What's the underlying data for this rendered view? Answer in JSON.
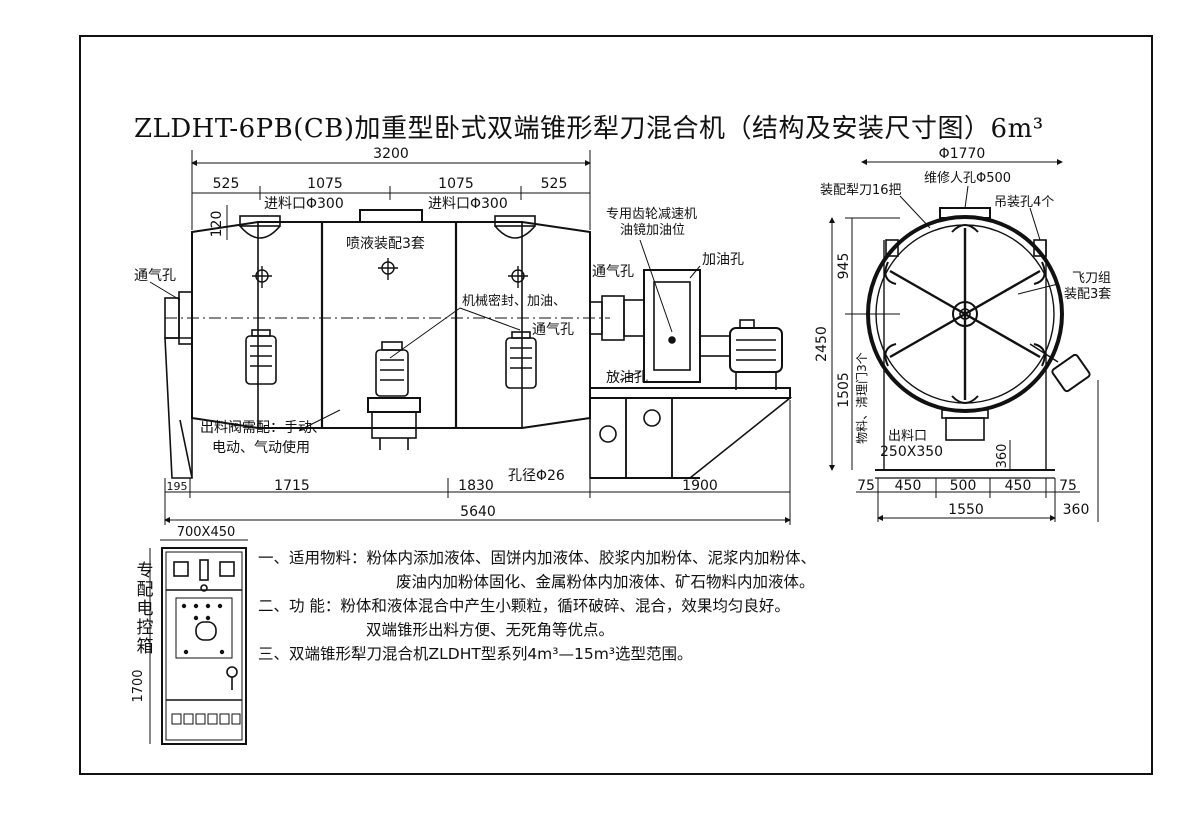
{
  "title": "ZLDHT-6PB(CB)加重型卧式双端锥形犁刀混合机（结构及安装尺寸图）6m³",
  "front_view": {
    "dims": {
      "overall_top": "3200",
      "seg_525_left": "525",
      "seg_1075_left": "1075",
      "seg_1075_right": "1075",
      "seg_525_right": "525",
      "height_120": "120",
      "bottom_195": "195",
      "bottom_1715": "1715",
      "bottom_1830": "1830",
      "bottom_1900": "1900",
      "overall_bottom": "5640"
    },
    "labels": {
      "inlet_left": "进料口Φ300",
      "inlet_right": "进料口Φ300",
      "spray": "喷液装配3套",
      "vent_left": "通气孔",
      "vent_right_top": "通气孔",
      "vent_right": "通气孔",
      "seal": "机械密封、加油、",
      "gearbox_1": "专用齿轮减速机",
      "gearbox_2": "油镜加油位",
      "oil_fill": "加油孔",
      "oil_drain": "放油孔",
      "valve_1": "出料阀需配：手动、",
      "valve_2": "电动、气动使用",
      "hole": "孔径Φ26"
    }
  },
  "side_view": {
    "dims": {
      "diameter": "Φ1770",
      "h945": "945",
      "h2450": "2450",
      "h1505": "1505",
      "h360": "360",
      "b75_left": "75",
      "b450_left": "450",
      "b500": "500",
      "b450_right": "450",
      "b75_right": "75",
      "b1550": "1550",
      "b360": "360"
    },
    "labels": {
      "plough": "装配犁刀16把",
      "manhole": "维修人孔Φ500",
      "lifting": "吊装孔4个",
      "flycutter_1": "飞刀组",
      "flycutter_2": "装配3套",
      "cleanout": "物料、清理门3个",
      "outlet_1": "出料口",
      "outlet_2": "250X350"
    }
  },
  "cabinet": {
    "size": "700X450",
    "height": "1700",
    "label": "专配电控箱"
  },
  "notes": {
    "l1": "一、适用物料：粉体内添加液体、固饼内加液体、胶浆内加粉体、泥浆内加粉体、",
    "l2": "废油内加粉体固化、金属粉体内加液体、矿石物料内加液体。",
    "l3": "二、功 能：粉体和液体混合中产生小颗粒，循环破碎、混合，效果均匀良好。",
    "l4": "双端锥形出料方便、无死角等优点。",
    "l5": "三、双端锥形犁刀混合机ZLDHT型系列4m³—15m³选型范围。"
  }
}
